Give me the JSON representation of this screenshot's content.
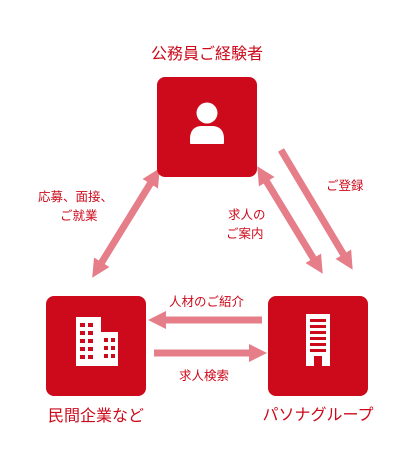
{
  "nodes": {
    "top": {
      "label": "公務員ご経験者",
      "icon": "person-icon"
    },
    "left": {
      "label": "民間企業など",
      "icon": "office-building-icon"
    },
    "right": {
      "label": "パソナグループ",
      "icon": "tower-building-icon"
    }
  },
  "edges": {
    "left_top": {
      "line1": "応募、面接、",
      "line2": "ご就業"
    },
    "top_right_register": {
      "label": "ご登録"
    },
    "right_top_jobs": {
      "line1": "求人の",
      "line2": "ご案内"
    },
    "right_left_referral": {
      "label": "人材のご紹介"
    },
    "left_right_search": {
      "label": "求人検索"
    }
  },
  "colors": {
    "brand_red": "#cc0a1b",
    "arrow_pink": "#e57e88",
    "icon_white": "#ffffff"
  }
}
